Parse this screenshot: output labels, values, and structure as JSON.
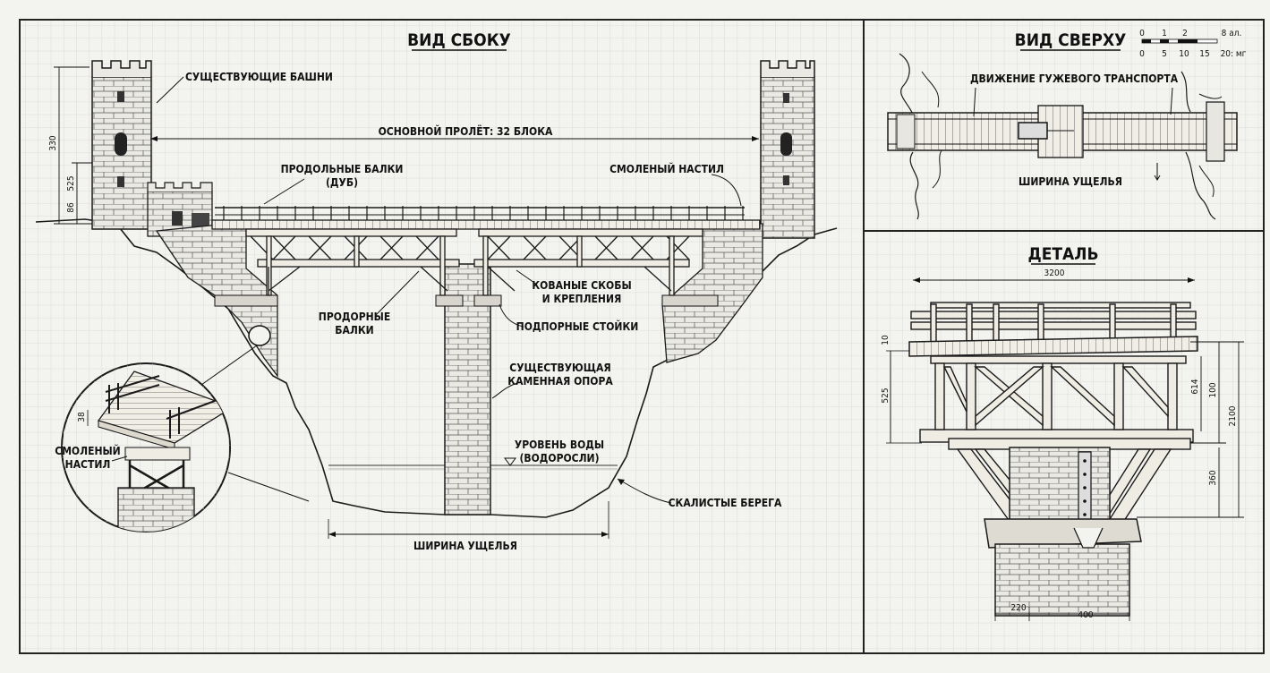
{
  "side_view": {
    "title": "ВИД СБОКУ",
    "labels": {
      "towers": "СУЩЕСТВУЮЩИЕ БАШНИ",
      "span": "ОСНОВНОЙ ПРОЛЁТ: 32 БЛОКА",
      "beams_1": "ПРОДОЛЬНЫЕ БАЛКИ",
      "beams_2": "(ДУБ)",
      "deck": "СМОЛЕНЫЙ НАСТИЛ",
      "brackets_1": "КОВАНЫЕ СКОБЫ",
      "brackets_2": "И КРЕПЛЕНИЯ",
      "cross_1": "ПРОДОРНЫЕ",
      "cross_2": "БАЛКИ",
      "posts": "ПОДПОРНЫЕ СТОЙКИ",
      "pier_1": "СУЩЕСТВУЮЩАЯ",
      "pier_2": "КАМЕННАЯ ОПОРА",
      "water_1": "УРОВЕНЬ ВОДЫ",
      "water_2": "(ВОДОРОСЛИ)",
      "banks": "СКАЛИСТЫЕ БЕРЕГА",
      "gorge": "ШИРИНА УЩЕЛЬЯ",
      "inset_1": "СМОЛЕНЫЙ",
      "inset_2": "НАСТИЛ"
    },
    "dims": {
      "tower_height": "330",
      "tower_mid": "525",
      "tower_low": "86",
      "inset_deck": "38"
    }
  },
  "top_view": {
    "title": "ВИД СВЕРХУ",
    "traffic": "ДВИЖЕНИЕ ГУЖЕВОГО ТРАНСПОРТА",
    "gorge": "ШИРИНА УЩЕЛЬЯ"
  },
  "scale_bar": {
    "top_ticks": [
      "0",
      "1",
      "2",
      "8 ал."
    ],
    "bottom_ticks": [
      "0",
      "5",
      "10",
      "15",
      "20: мг"
    ]
  },
  "detail": {
    "title": "ДЕТАЛЬ",
    "dims": {
      "top_width": "3200",
      "rail": "10",
      "left_height": "525",
      "inner": "614",
      "inner2": "100",
      "total": "2100",
      "lower": "360",
      "base_left": "220",
      "base_right": "400"
    }
  },
  "colors": {
    "ink": "#1a1a1a",
    "paper": "#f3f3f0",
    "grid": "#d8d8d4",
    "wood": "#efece4",
    "stone": "#e6e4df"
  }
}
